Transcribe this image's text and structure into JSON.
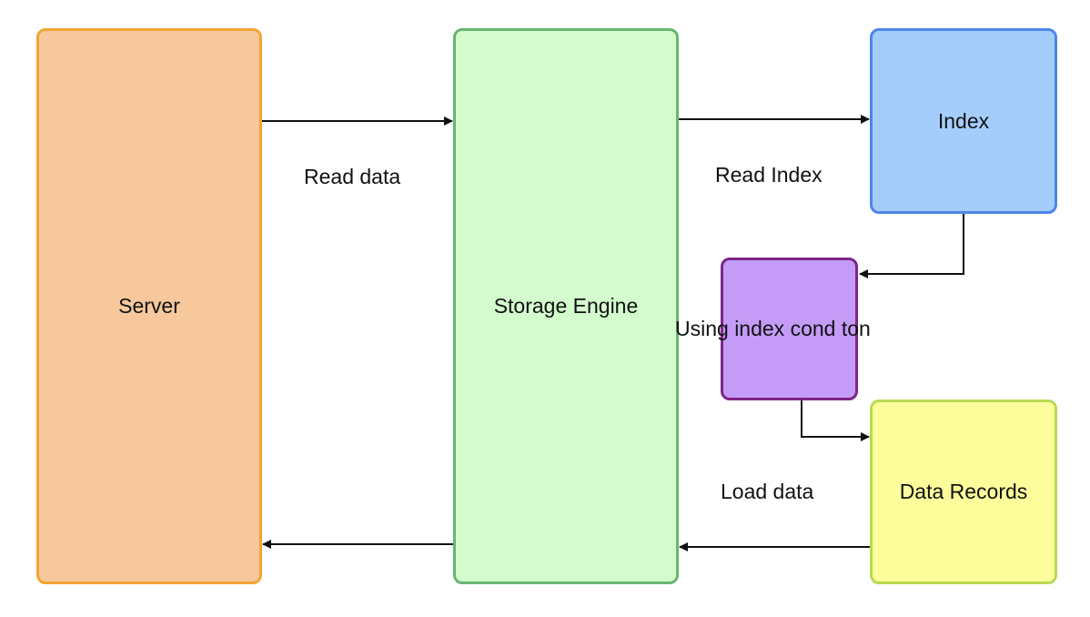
{
  "nodes": {
    "server": "Server",
    "storage_engine": "Storage Engine",
    "index": "Index",
    "data_records": "Data Records"
  },
  "edge_labels": {
    "read_data": "Read data",
    "read_index": "Read Index",
    "using_index_condition": "Using index cond ton",
    "load_data": "Load data"
  },
  "colors": {
    "server_fill": "#f6c89c",
    "server_border": "#f0a535",
    "storage_fill": "#d3fbcd",
    "storage_border": "#67b673",
    "index_fill": "#a4cdfb",
    "index_border": "#4d85ec",
    "filter_fill": "#c49cf7",
    "filter_border": "#7e2487",
    "records_fill": "#fdfd9c",
    "records_border": "#b9d852",
    "arrow": "#111111"
  }
}
